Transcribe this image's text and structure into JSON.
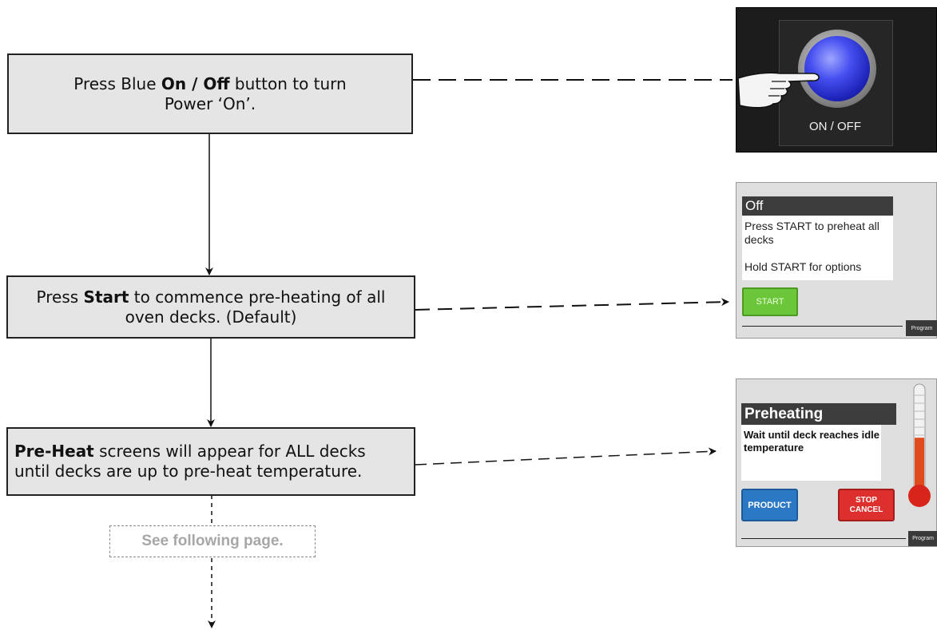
{
  "steps": [
    {
      "id": "power",
      "lines": [
        {
          "pre": "Press Blue ",
          "bold": "On / Off",
          "post": " button to turn"
        },
        {
          "pre": "Power ‘On’.",
          "bold": "",
          "post": ""
        }
      ]
    },
    {
      "id": "start",
      "lines": [
        {
          "pre": "Press ",
          "bold": "Start",
          "post": " to commence pre-heating of all"
        },
        {
          "pre": "oven decks. (Default)",
          "bold": "",
          "post": ""
        }
      ]
    },
    {
      "id": "preheat",
      "lines": [
        {
          "pre": "",
          "bold": "Pre-Heat",
          "post": " screens will appear for ALL decks"
        },
        {
          "pre": "until decks are up to pre-heat temperature.",
          "bold": "",
          "post": ""
        }
      ]
    }
  ],
  "note": "See following page.",
  "panel_power": {
    "button_label": "ON / OFF",
    "button_color": "#3a43e0"
  },
  "panel_off": {
    "header": "Off",
    "line1": "Press START to preheat all decks",
    "line2": "Hold START for options",
    "start_button": "START",
    "program_button": "Program",
    "start_color": "#6cc63a"
  },
  "panel_preheat": {
    "header": "Preheating",
    "message": "Wait until deck reaches idle temperature",
    "product_button": "PRODUCT",
    "stop_button": "STOP\nCANCEL",
    "program_button": "Program",
    "thermometer_level": 0.55,
    "product_color": "#2b78c4",
    "stop_color": "#de2f2f"
  }
}
